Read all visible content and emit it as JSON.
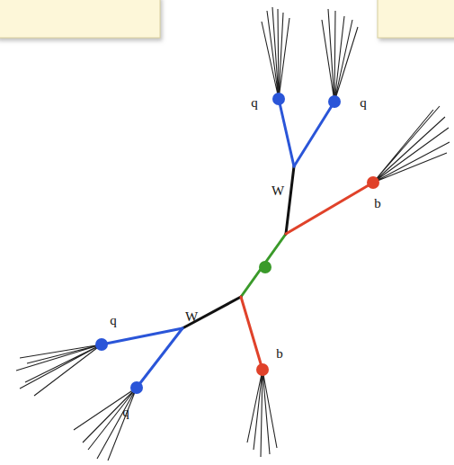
{
  "diagram": {
    "labels": [
      "q",
      "q",
      "W",
      "b",
      "W",
      "q",
      "q",
      "b"
    ]
  }
}
